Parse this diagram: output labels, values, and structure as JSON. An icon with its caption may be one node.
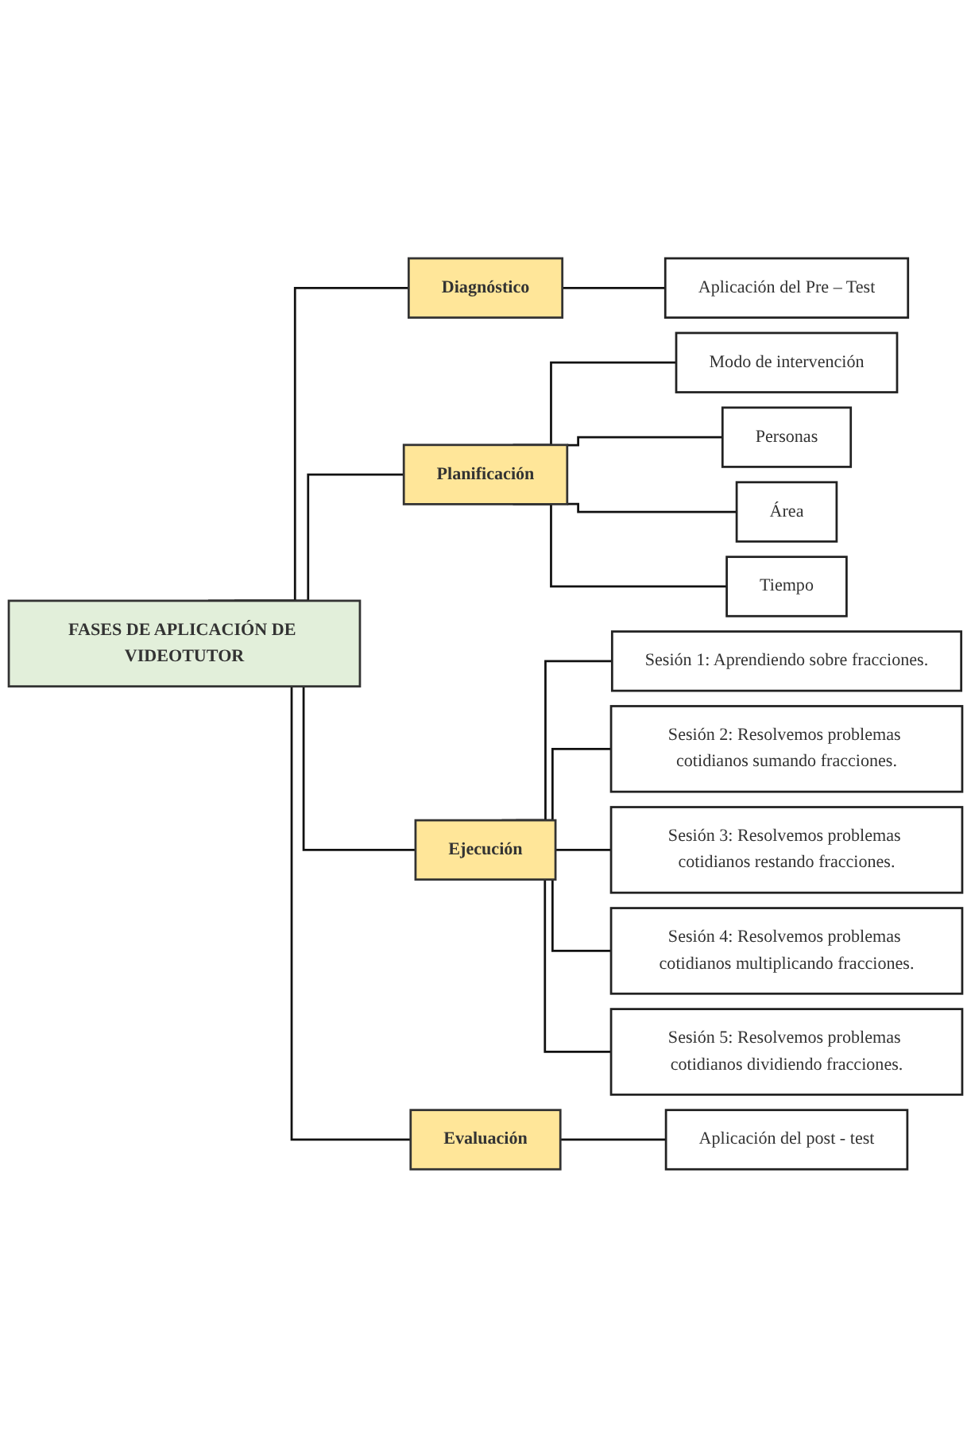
{
  "diagram": {
    "nodes": [
      {
        "text": [
          "FASES DE APLICACIÓN DE VIDEOTUTOR"
        ]
      },
      {
        "text": [
          "Diagnóstico"
        ]
      },
      {
        "text": [
          "Aplicación del Pre – Test"
        ]
      },
      {
        "text": [
          "Planificación"
        ]
      },
      {
        "text": [
          "Modo de intervención"
        ]
      },
      {
        "text": [
          "Personas"
        ]
      },
      {
        "text": [
          "Área"
        ]
      },
      {
        "text": [
          "Tiempo"
        ]
      },
      {
        "text": [
          "Ejecución"
        ]
      },
      {
        "text": [
          "Sesión 1: Aprendiendo sobre fracciones."
        ]
      },
      {
        "text": [
          "Sesión 2: Resolvemos problemas cotidianos sumando fracciones."
        ]
      },
      {
        "text": [
          "Sesión 3: Resolvemos problemas cotidianos restando fracciones."
        ]
      },
      {
        "text": [
          "Sesión 4: Resolvemos problemas cotidianos multiplicando fracciones."
        ]
      },
      {
        "text": [
          "Sesión 5: Resolvemos problemas cotidianos dividiendo fracciones."
        ]
      },
      {
        "text": [
          "Evaluación"
        ]
      },
      {
        "text": [
          "Aplicación del post - test"
        ]
      }
    ],
    "edges": [
      {
        "from": 0,
        "to": 1,
        "arrow": "none"
      },
      {
        "from": 0,
        "to": 3,
        "arrow": "none"
      },
      {
        "from": 0,
        "to": 8,
        "arrow": "none"
      },
      {
        "from": 0,
        "to": 14,
        "arrow": "none"
      },
      {
        "from": 1,
        "to": 2,
        "arrow": "none"
      },
      {
        "from": 3,
        "to": 4,
        "arrow": "none"
      },
      {
        "from": 3,
        "to": 5,
        "arrow": "none"
      },
      {
        "from": 3,
        "to": 6,
        "arrow": "none"
      },
      {
        "from": 3,
        "to": 7,
        "arrow": "none"
      },
      {
        "from": 8,
        "to": 9,
        "arrow": "none"
      },
      {
        "from": 8,
        "to": 10,
        "arrow": "none"
      },
      {
        "from": 8,
        "to": 11,
        "arrow": "none"
      },
      {
        "from": 8,
        "to": 12,
        "arrow": "none"
      },
      {
        "from": 8,
        "to": 13,
        "arrow": "none"
      },
      {
        "from": 14,
        "to": 15,
        "arrow": "none"
      }
    ]
  }
}
